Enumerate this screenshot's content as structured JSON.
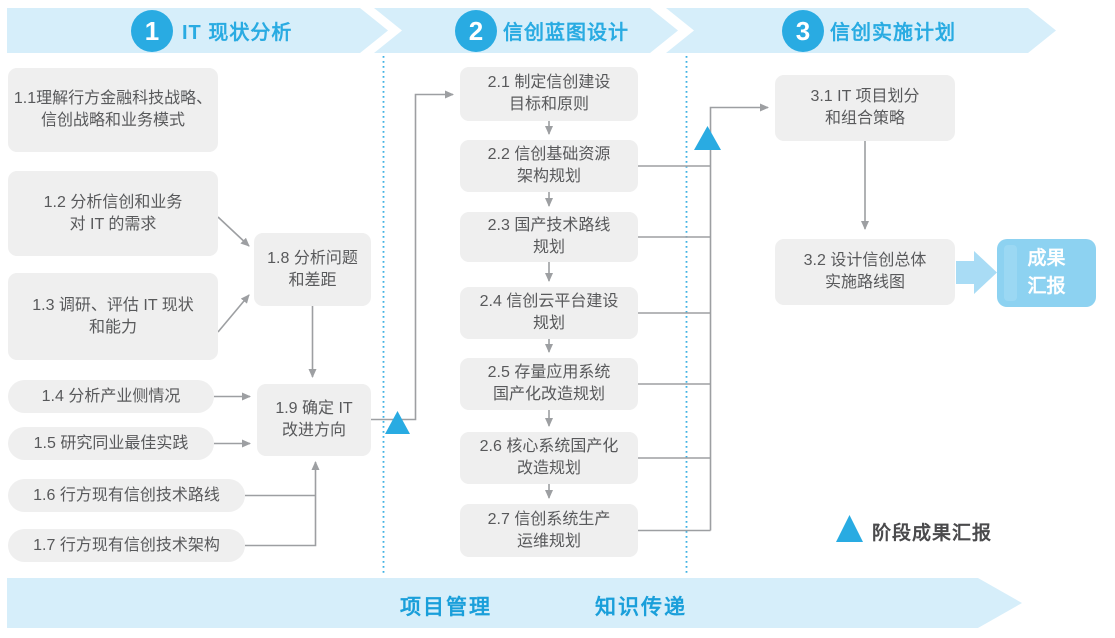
{
  "colors": {
    "accent_blue": "#29ABE2",
    "band_blue": "#D6EEFA",
    "node_gray": "#EFEFEF",
    "node_text_gray": "#58595B",
    "connector_gray": "#9D9FA2",
    "result_box_blue": "#8DD2F1",
    "band_label_blue": "#1A9FDA"
  },
  "phases": [
    {
      "number": "1",
      "title": "IT 现状分析"
    },
    {
      "number": "2",
      "title": "信创蓝图设计"
    },
    {
      "number": "3",
      "title": "信创实施计划"
    }
  ],
  "steps": {
    "s1_1": "1.1理解行方金融科技战略、\n信创战略和业务模式",
    "s1_2": "1.2 分析信创和业务\n对 IT 的需求",
    "s1_3": "1.3 调研、评估 IT 现状\n和能力",
    "s1_4": "1.4 分析产业侧情况",
    "s1_5": "1.5 研究同业最佳实践",
    "s1_6": "1.6 行方现有信创技术路线",
    "s1_7": "1.7 行方现有信创技术架构",
    "s1_8": "1.8 分析问题\n和差距",
    "s1_9": "1.9 确定 IT\n改进方向",
    "s2_1": "2.1 制定信创建设\n目标和原则",
    "s2_2": "2.2 信创基础资源\n架构规划",
    "s2_3": "2.3 国产技术路线\n规划",
    "s2_4": "2.4 信创云平台建设\n规划",
    "s2_5": "2.5 存量应用系统\n国产化改造规划",
    "s2_6": "2.6 核心系统国产化\n改造规划",
    "s2_7": "2.7 信创系统生产\n运维规划",
    "s3_1": "3.1 IT 项目划分\n和组合策略",
    "s3_2": "3.2 设计信创总体\n实施路线图"
  },
  "result_box": {
    "label": "成果\n汇报"
  },
  "legend": {
    "label": "阶段成果汇报"
  },
  "bottom_band": {
    "labels": [
      "项目管理",
      "知识传递"
    ]
  }
}
